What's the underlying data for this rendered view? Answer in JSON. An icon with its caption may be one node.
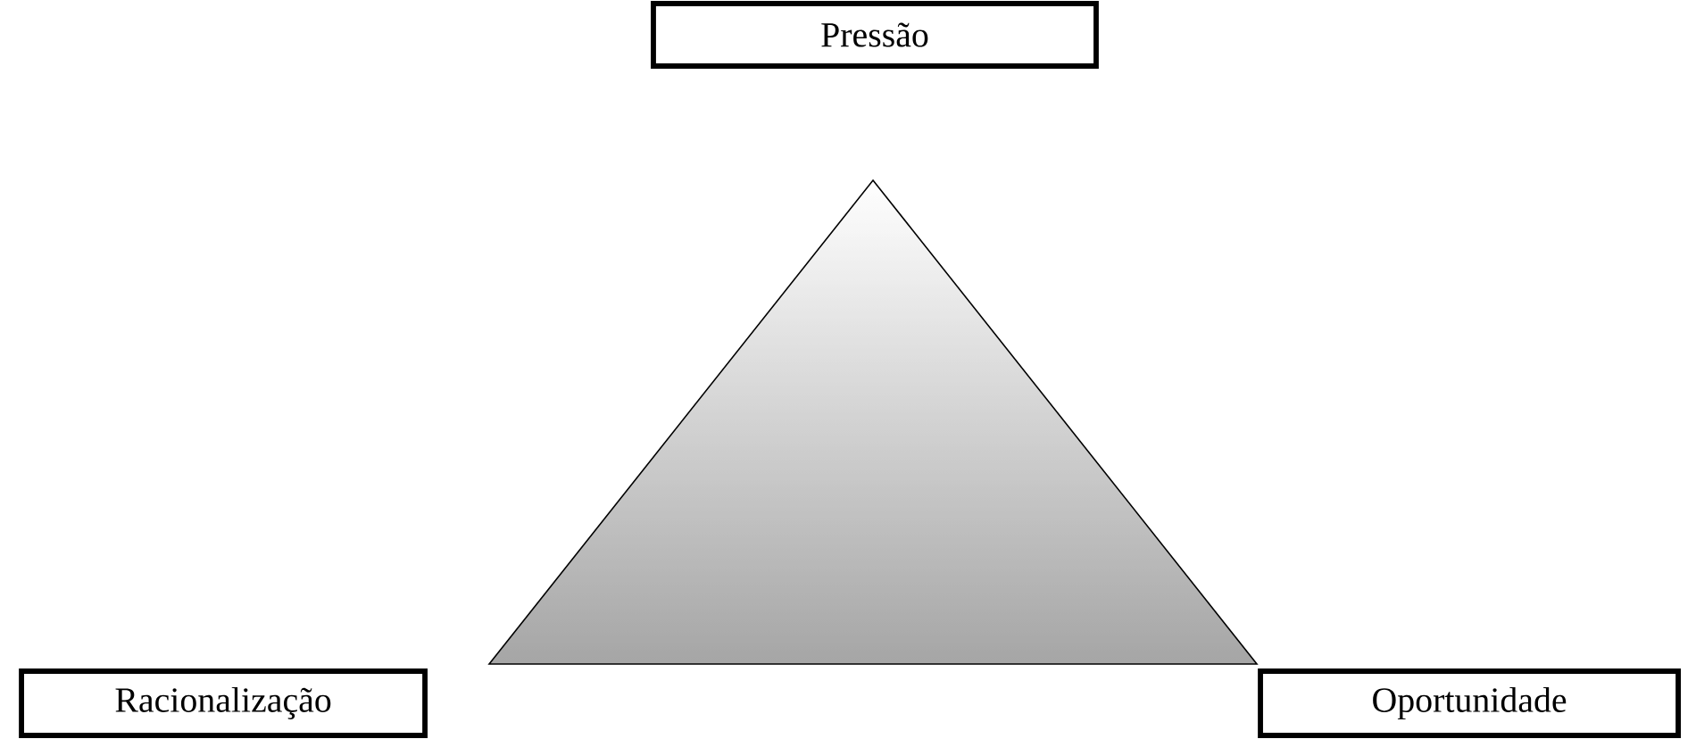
{
  "diagram": {
    "nodes": [
      {
        "text": [
          "Pressão"
        ]
      },
      {
        "text": [],
        "shape": "triangle"
      },
      {
        "text": [
          "Racionalização"
        ]
      },
      {
        "text": [
          "Oportunidade"
        ]
      }
    ]
  }
}
